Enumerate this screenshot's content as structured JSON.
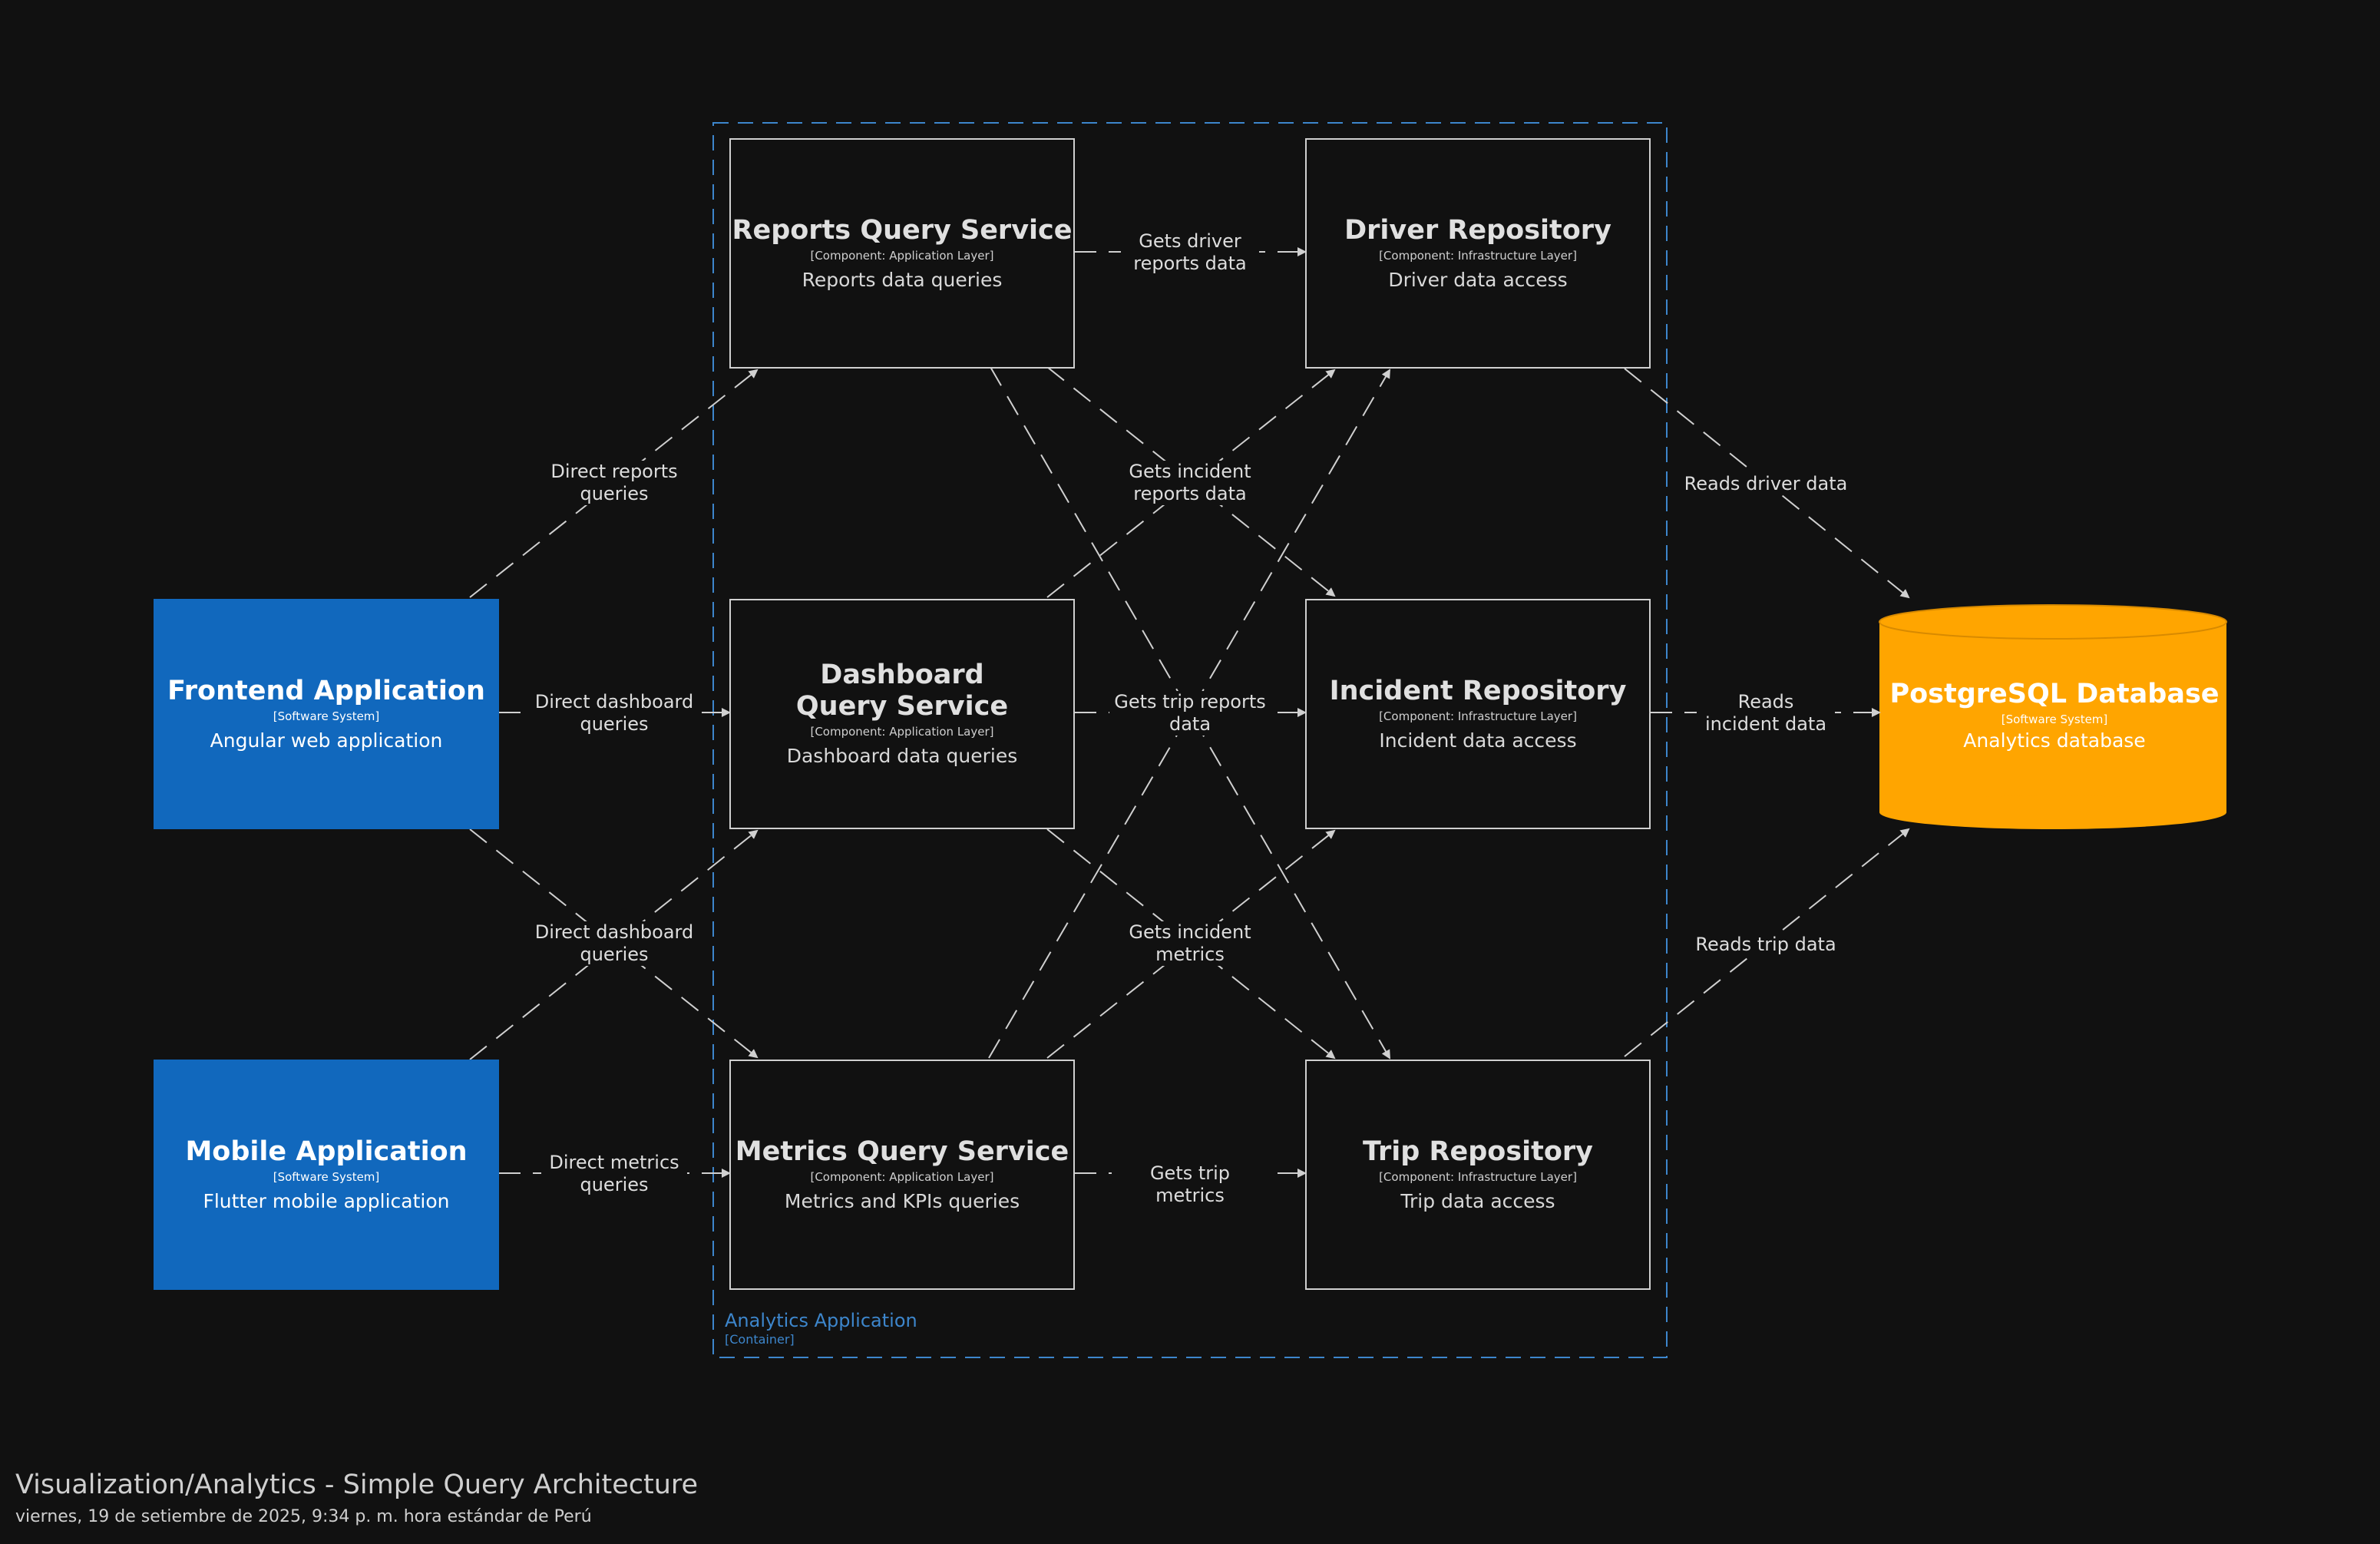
{
  "boundary": {
    "name": "Analytics Application",
    "kind": "[Container]"
  },
  "components": {
    "reports_query": {
      "name": "Reports Query Service",
      "kind": "[Component: Application Layer]",
      "desc": "Reports data queries"
    },
    "driver_repo": {
      "name": "Driver Repository",
      "kind": "[Component: Infrastructure Layer]",
      "desc": "Driver data access"
    },
    "dashboard_query": {
      "name": "Dashboard Query Service",
      "kind": "[Component: Application Layer]",
      "desc": "Dashboard data queries"
    },
    "incident_repo": {
      "name": "Incident Repository",
      "kind": "[Component: Infrastructure Layer]",
      "desc": "Incident data access"
    },
    "metrics_query": {
      "name": "Metrics Query Service",
      "kind": "[Component: Application Layer]",
      "desc": "Metrics and KPIs queries"
    },
    "trip_repo": {
      "name": "Trip Repository",
      "kind": "[Component: Infrastructure Layer]",
      "desc": "Trip data access"
    }
  },
  "systems": {
    "frontend": {
      "name": "Frontend Application",
      "kind": "[Software System]",
      "desc": "Angular web application"
    },
    "mobile": {
      "name": "Mobile Application",
      "kind": "[Software System]",
      "desc": "Flutter mobile application"
    },
    "database": {
      "name": "PostgreSQL Database",
      "kind": "[Software System]",
      "desc": "Analytics database"
    }
  },
  "edges": {
    "fe_reports": "Direct reports queries",
    "fe_dashboard": "Direct dashboard queries",
    "mobile_dashboard": "Direct dashboard queries",
    "mobile_metrics": "Direct metrics queries",
    "reports_driver": "Gets driver reports data",
    "reports_incident": "Gets incident reports data",
    "reports_trip": "Gets trip reports data",
    "dashboard_incident": "Gets incident metrics",
    "metrics_trip": "Gets trip metrics",
    "driver_db": "Reads driver data",
    "incident_db": "Reads incident data",
    "trip_db": "Reads trip data"
  },
  "footer": {
    "title": "Visualization/Analytics - Simple Query Architecture",
    "date": "viernes, 19 de setiembre de 2025, 9:34 p. m. hora estándar de Perú"
  },
  "colors": {
    "background": "#111111",
    "system": "#1168bd",
    "database": "#ffa500",
    "boundary": "#3d86cc",
    "line": "#d0d0d0"
  }
}
